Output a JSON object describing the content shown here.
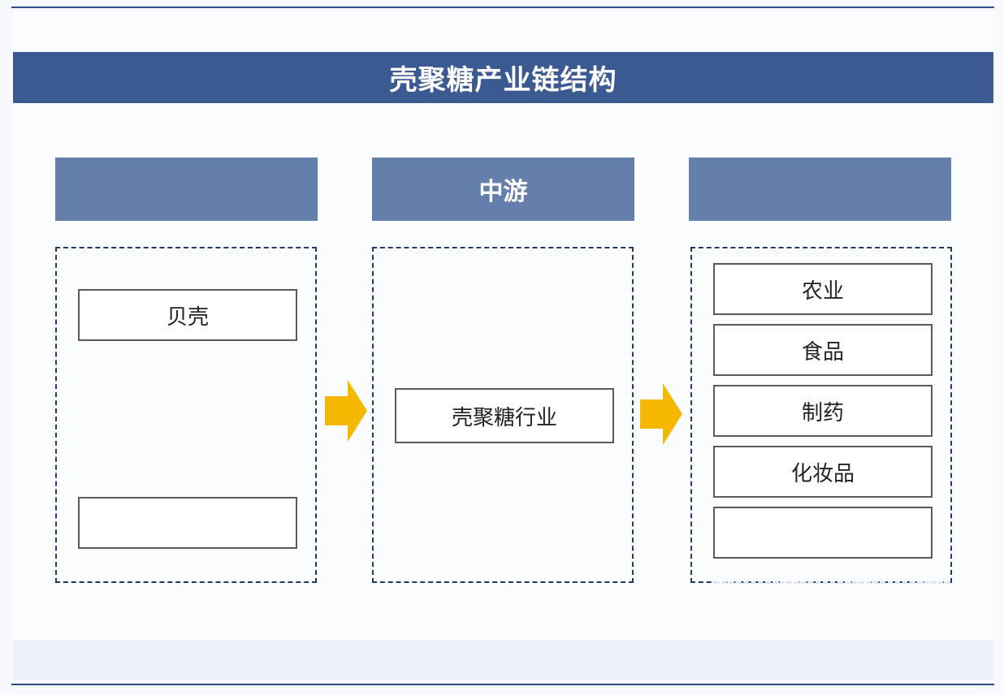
{
  "title": "壳聚糖产业链结构",
  "columns": {
    "upstream": {
      "header": "",
      "items": [
        "贝壳",
        ""
      ]
    },
    "midstream": {
      "header": "中游",
      "items": [
        "壳聚糖行业"
      ]
    },
    "downstream": {
      "header": "",
      "items": [
        "农业",
        "食品",
        "制药",
        "化妆品",
        ""
      ]
    }
  },
  "colors": {
    "title_bar": "#3c5a92",
    "header": "#657fac",
    "arrow": "#f5b800",
    "dashed_border": "#223a6a"
  },
  "icons": {
    "flow_arrow": "right-arrow-icon"
  }
}
